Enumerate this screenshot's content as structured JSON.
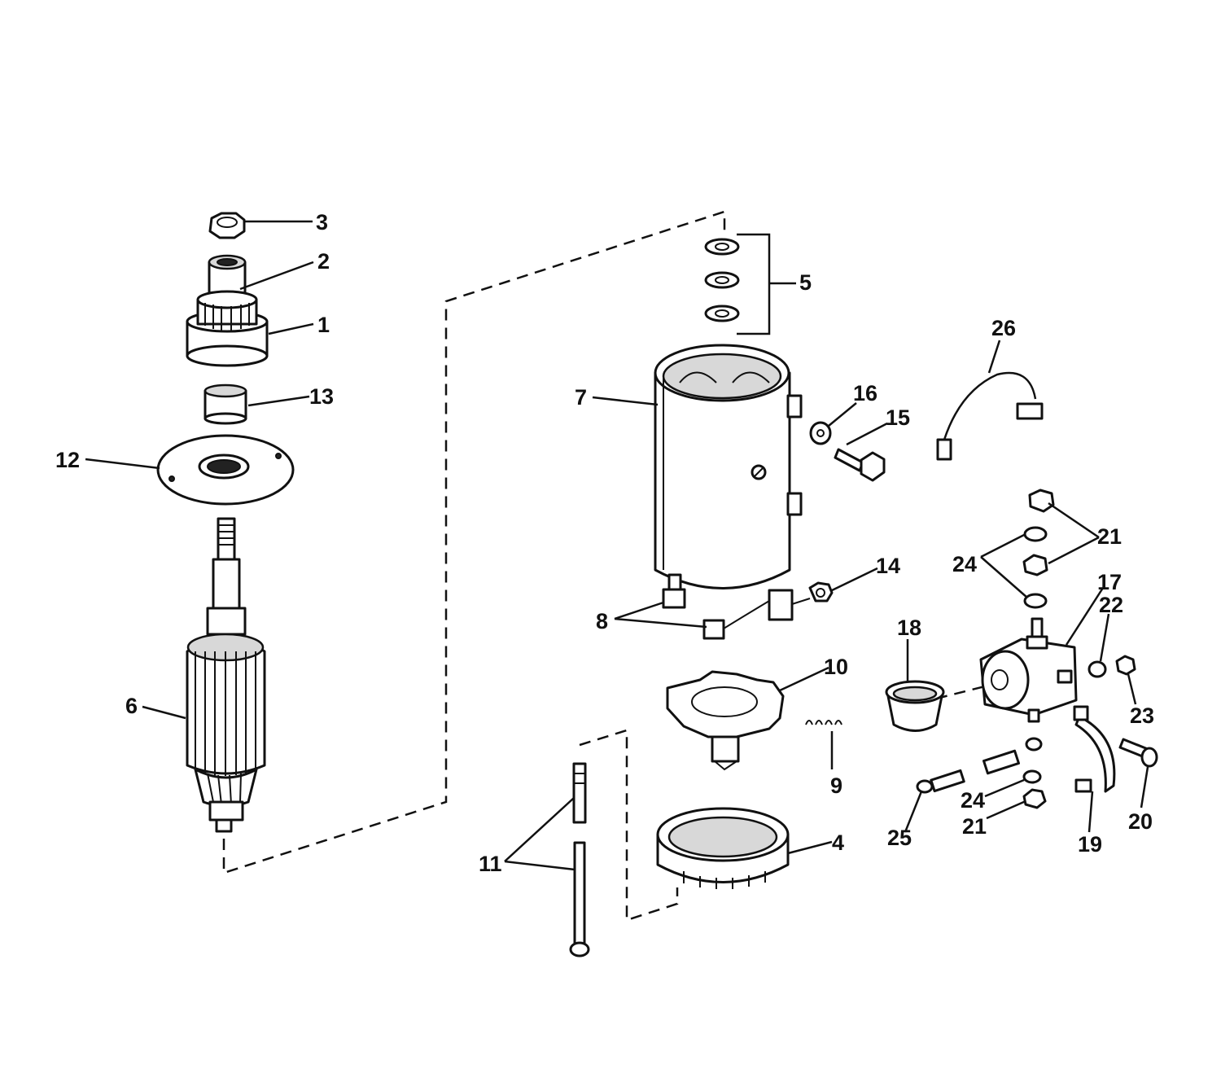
{
  "diagram": {
    "callouts": {
      "c1": "1",
      "c2": "2",
      "c3": "3",
      "c4": "4",
      "c5": "5",
      "c6": "6",
      "c7": "7",
      "c8": "8",
      "c9": "9",
      "c10": "10",
      "c11": "11",
      "c12": "12",
      "c13": "13",
      "c14": "14",
      "c15": "15",
      "c16": "16",
      "c17": "17",
      "c18": "18",
      "c19": "19",
      "c20": "20",
      "c21a": "21",
      "c21b": "21",
      "c22": "22",
      "c23": "23",
      "c24a": "24",
      "c24b": "24",
      "c25": "25",
      "c26": "26"
    }
  }
}
